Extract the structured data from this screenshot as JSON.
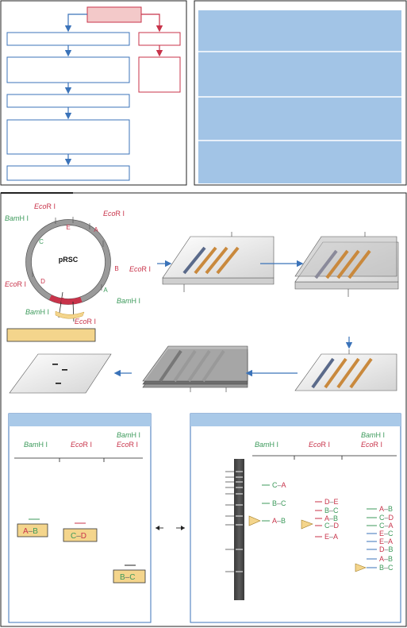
{
  "colors": {
    "blue": "#3b73b9",
    "red": "#c8334a",
    "green": "#3c9a5b",
    "pink_fill": "#f3c9c9",
    "light_blue": "#a2c4e6",
    "header_blue": "#a9c9e8",
    "tan": "#f4d58c",
    "orange": "#c9893d"
  },
  "enzymes": {
    "ecori_italic": "Eco",
    "ecori_roman": "R I",
    "bamhi_italic": "Bam",
    "bamhi_roman": "H I"
  },
  "plasmid": {
    "name": "pRSC",
    "sites": {
      "A": "A",
      "B": "B",
      "C": "C",
      "D": "D",
      "E": "E"
    }
  },
  "left_panel": {
    "columns": [
      "BamH I",
      "EcoR I",
      "BamH I EcoR I"
    ],
    "fragments": [
      {
        "left": "A",
        "right": "B"
      },
      {
        "left": "C",
        "right": "D"
      },
      {
        "left": "B",
        "right": "C"
      }
    ]
  },
  "right_panel": {
    "bam_lane": [
      {
        "left": "C",
        "right": "A"
      },
      {
        "left": "B",
        "right": "C"
      },
      {
        "left": "A",
        "right": "B"
      }
    ],
    "eco_lane": [
      {
        "left": "D",
        "right": "E"
      },
      {
        "left": "B",
        "right": "C"
      },
      {
        "left": "A",
        "right": "B"
      },
      {
        "left": "C",
        "right": "D"
      },
      {
        "left": "E",
        "right": "A"
      }
    ],
    "double_lane": [
      {
        "left": "A",
        "right": "B"
      },
      {
        "left": "C",
        "right": "D"
      },
      {
        "left": "C",
        "right": "A"
      },
      {
        "left": "E",
        "right": "C"
      },
      {
        "left": "E",
        "right": "A"
      },
      {
        "left": "D",
        "right": "B"
      },
      {
        "left": "A",
        "right": "B"
      },
      {
        "left": "B",
        "right": "C"
      }
    ]
  }
}
